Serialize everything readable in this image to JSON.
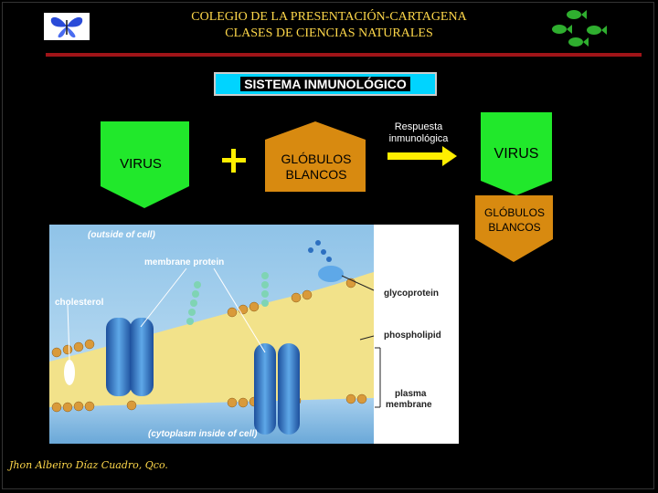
{
  "header": {
    "line1": "COLEGIO DE LA PRESENTACIÓN-CARTAGENA",
    "line2": "CLASES DE CIENCIAS NATURALES"
  },
  "title": "SISTEMA INMUNOLÓGICO",
  "equation": {
    "virus_label": "VIRUS",
    "plus": "+",
    "globulos_label": "GLÓBULOS BLANCOS",
    "arrow_label": "Respuesta inmunológica",
    "result_top": "VIRUS",
    "result_bottom": "GLÓBULOS BLANCOS"
  },
  "membrane_diagram": {
    "outside": "(outside of cell)",
    "membrane_protein": "membrane protein",
    "cholesterol": "cholesterol",
    "glycoprotein": "glycoprotein",
    "phospholipid": "phospholipid",
    "plasma": "plasma",
    "membrane": "membrane",
    "inside": "(cytoplasm inside of cell)"
  },
  "footer": {
    "author": "Jhon Albeiro Díaz Cuadro, Qco."
  },
  "colors": {
    "header_text": "#ffd84a",
    "green": "#21e82b",
    "orange": "#d88a10",
    "title_bg": "#00d4ff",
    "arrow": "#ffee00",
    "rule": "#a01418"
  }
}
